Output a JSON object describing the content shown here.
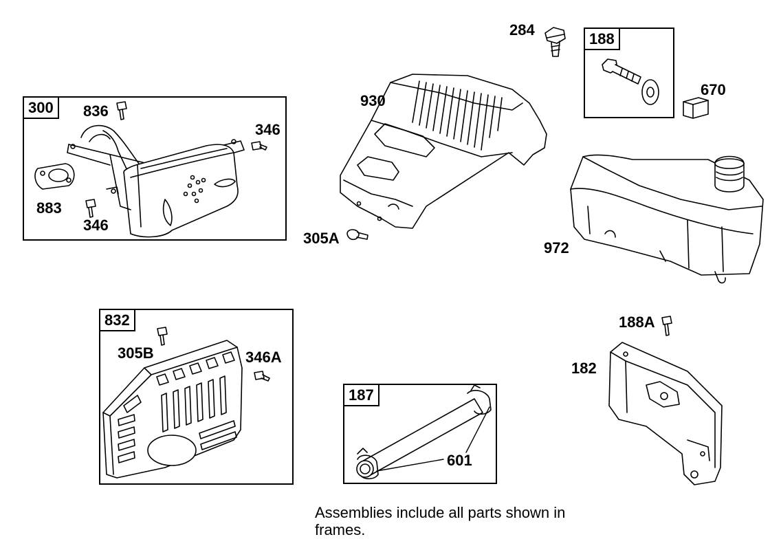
{
  "frames": {
    "f300": "300",
    "f188": "188",
    "f832": "832",
    "f187": "187"
  },
  "labels": {
    "l284": "284",
    "l930": "930",
    "l670": "670",
    "l836": "836",
    "l346a": "346",
    "l883": "883",
    "l346b": "346",
    "l305A": "305A",
    "l972": "972",
    "l188A": "188A",
    "l182": "182",
    "l305B": "305B",
    "l346A": "346A",
    "l601": "601"
  },
  "note": "Assemblies include all parts shown in frames."
}
